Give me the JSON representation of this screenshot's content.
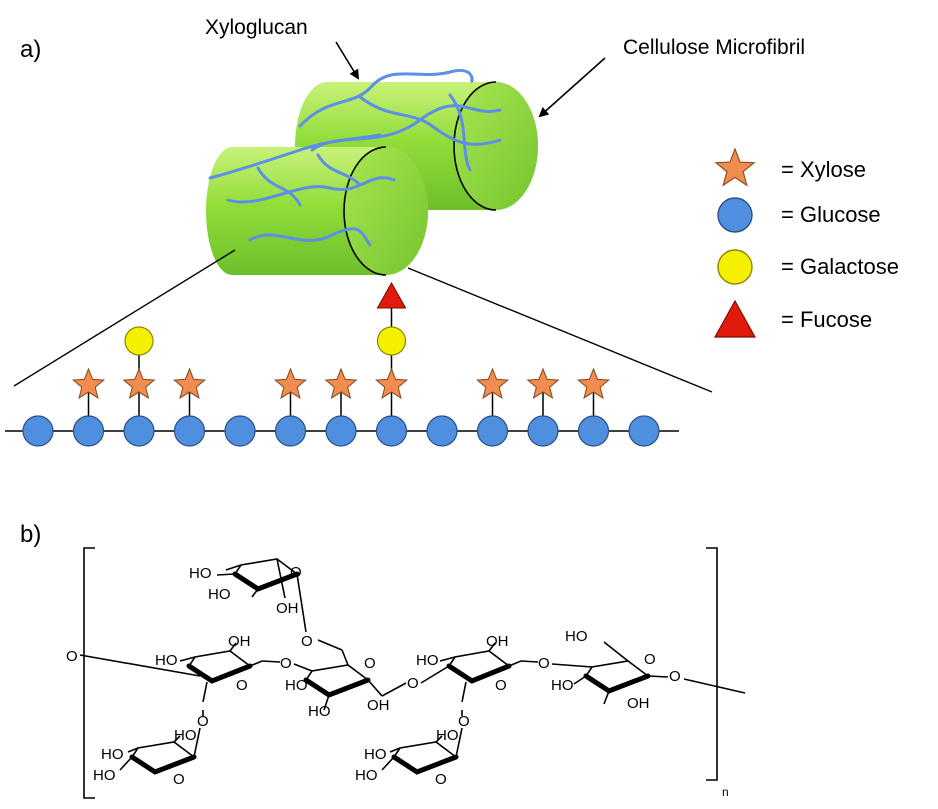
{
  "panel_a": {
    "label": "a)",
    "xyloglucan_label": "Xyloglucan",
    "microfibril_label": "Cellulose Microfibril",
    "legend": [
      {
        "symbol": "star",
        "color": "#f28c4f",
        "text": "= Xylose"
      },
      {
        "symbol": "circle",
        "color": "#4f8fe0",
        "text": "= Glucose"
      },
      {
        "symbol": "circle",
        "color": "#f5f000",
        "text": "= Galactose"
      },
      {
        "symbol": "triangle",
        "color": "#e01b0b",
        "text": "= Fucose"
      }
    ],
    "backbone": [
      {
        "xylose": false,
        "galactose": false,
        "fucose": false
      },
      {
        "xylose": true,
        "galactose": false,
        "fucose": false
      },
      {
        "xylose": true,
        "galactose": true,
        "fucose": false
      },
      {
        "xylose": true,
        "galactose": false,
        "fucose": false
      },
      {
        "xylose": false,
        "galactose": false,
        "fucose": false
      },
      {
        "xylose": true,
        "galactose": false,
        "fucose": false
      },
      {
        "xylose": true,
        "galactose": false,
        "fucose": false
      },
      {
        "xylose": true,
        "galactose": true,
        "fucose": true
      },
      {
        "xylose": false,
        "galactose": false,
        "fucose": false
      },
      {
        "xylose": true,
        "galactose": false,
        "fucose": false
      },
      {
        "xylose": true,
        "galactose": false,
        "fucose": false
      },
      {
        "xylose": true,
        "galactose": false,
        "fucose": false
      },
      {
        "xylose": false,
        "galactose": false,
        "fucose": false
      }
    ]
  },
  "panel_b": {
    "label": "b)",
    "ho": "HO",
    "oh": "OH",
    "o": "O",
    "repeat_subscript": "n"
  }
}
